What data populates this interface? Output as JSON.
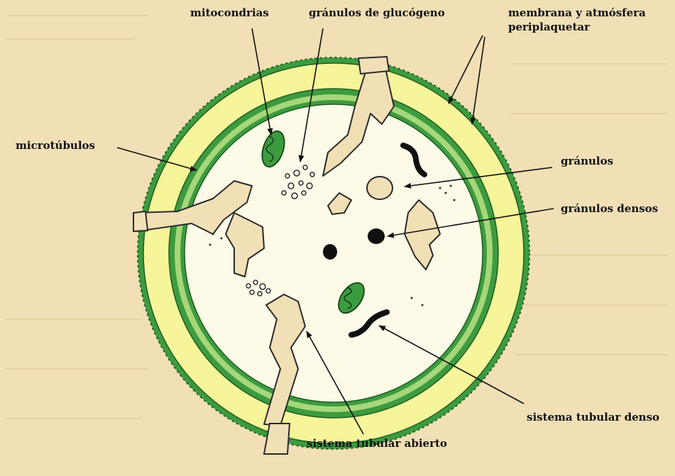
{
  "labels": {
    "mitocondrias": "mitocondrias",
    "glucogeno": "gránulos de glucógeno",
    "membrana_l1": "membrana y atmósfera",
    "membrana_l2": "periplaquetar",
    "microtubulos": "microtúbulos",
    "granulos": "gránulos",
    "granulos_densos": "gránulos densos",
    "tubular_denso": "sistema tubular denso",
    "tubular_abierto": "sistema tubular abierto"
  },
  "colors": {
    "page_background": "#f1dfb6",
    "cytoplasm": "#fdfbe8",
    "membrane_yellow": "#f6f59a",
    "membrane_green": "#3d9b3f",
    "dark_green": "#1f6b2c",
    "dense_granule": "#111111",
    "label_text": "#111111"
  },
  "icons": [
    "arrow"
  ]
}
